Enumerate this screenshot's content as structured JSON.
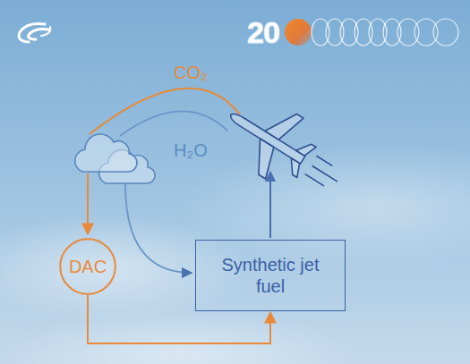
{
  "diagram": {
    "nodes": [
      {
        "text": [
          "DAC"
        ]
      },
      {
        "text": [
          "Synthetic jet fuel"
        ]
      }
    ],
    "edges": [
      {
        "from": 0,
        "to": 1,
        "arrow": "to"
      }
    ],
    "labels": [
      "CO₂",
      "H₂O",
      "20"
    ]
  }
}
